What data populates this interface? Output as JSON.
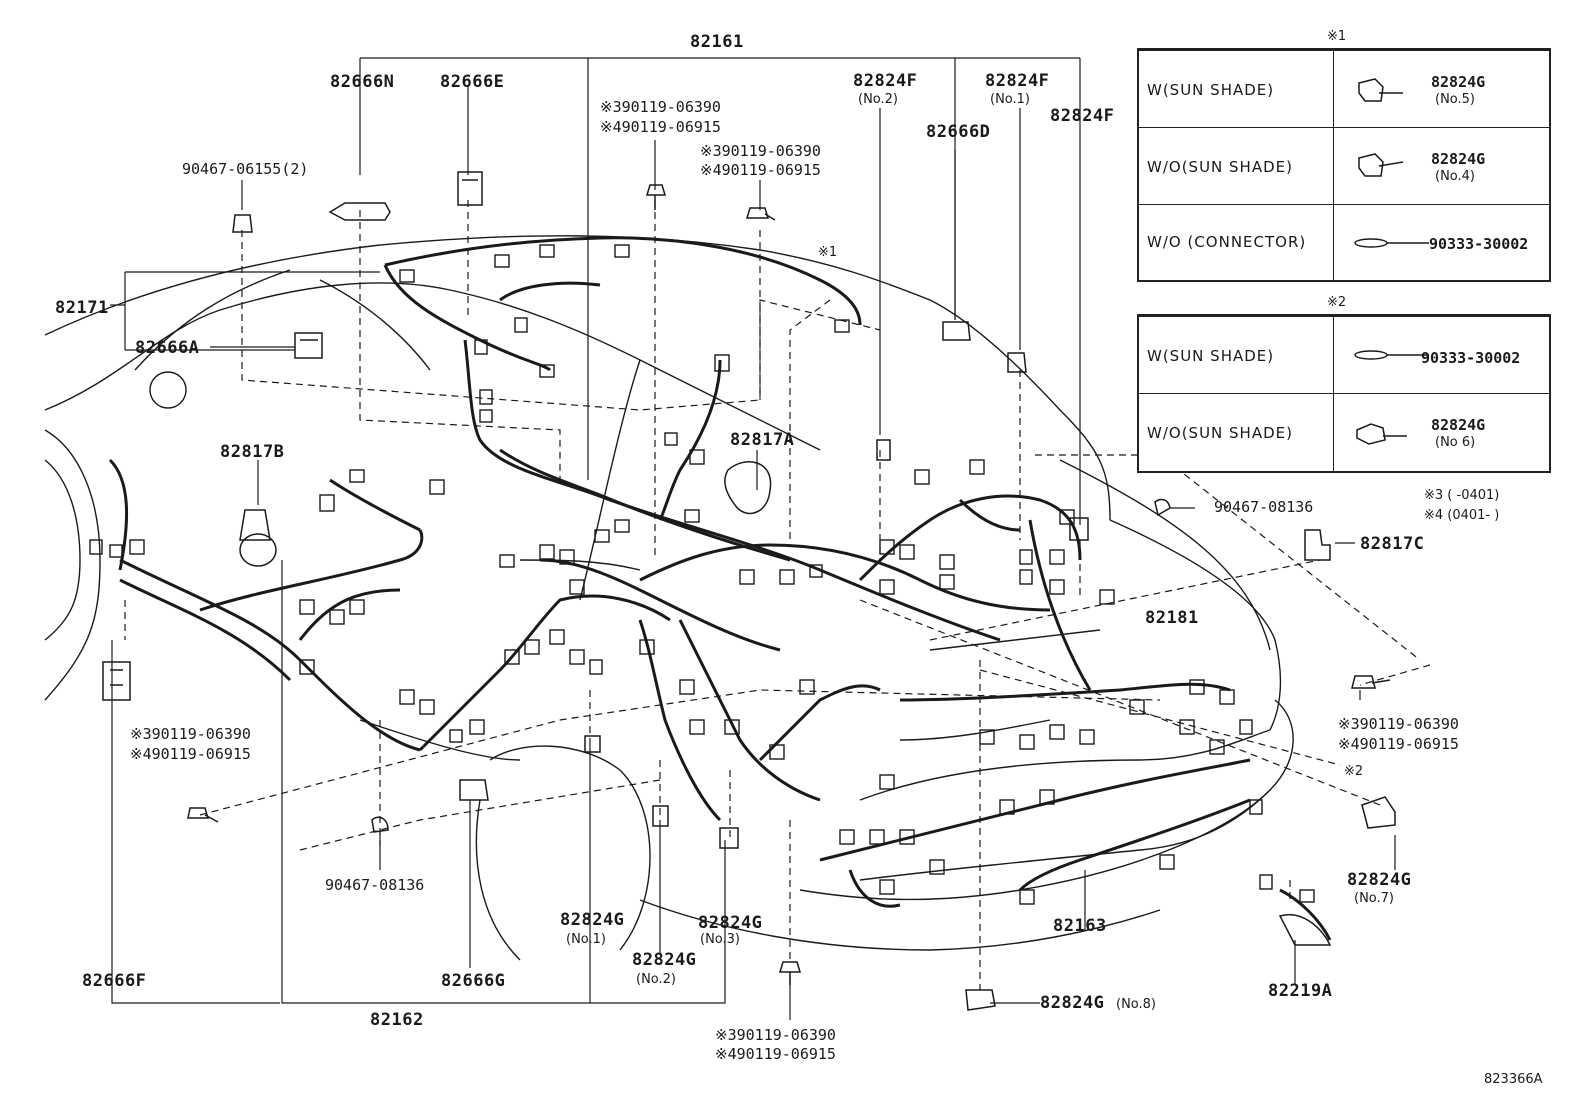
{
  "labels": {
    "p82161": "82161",
    "p82666N": "82666N",
    "p82666E": "82666E",
    "p90467_06155": "90467-06155(2)",
    "bolt_top_a1": "※390119-06390",
    "bolt_top_a2": "※490119-06915",
    "bolt_top_b1": "※390119-06390",
    "bolt_top_b2": "※490119-06915",
    "p82824F_no2": "82824F",
    "p82824F_no2_sub": "(No.2)",
    "p82824F_no1": "82824F",
    "p82824F_no1_sub": "(No.1)",
    "p82666D": "82666D",
    "p82824F": "82824F",
    "note1_marker": "※1",
    "p82171": "82171",
    "p82666A": "82666A",
    "p82817B": "82817B",
    "p82817A": "82817A",
    "p90467_08136_right": "90467-08136",
    "p82817C": "82817C",
    "p82181": "82181",
    "bolt_right_1": "※390119-06390",
    "bolt_right_2": "※490119-06915",
    "note2_marker": "※2",
    "p82824G_no7": "82824G",
    "p82824G_no7_sub": "(No.7)",
    "bolt_left_1": "※390119-06390",
    "bolt_left_2": "※490119-06915",
    "p90467_08136_left": "90467-08136",
    "p82824G_no1": "82824G",
    "p82824G_no1_sub": "(No.1)",
    "p82824G_no3": "82824G",
    "p82824G_no3_sub": "(No.3)",
    "p82824G_no2": "82824G",
    "p82824G_no2_sub": "(No.2)",
    "p82163": "82163",
    "p82219A": "82219A",
    "p82666F": "82666F",
    "p82666G": "82666G",
    "p82162": "82162",
    "p82824G_no8": "82824G",
    "p82824G_no8_sub": "(No.8)",
    "bolt_bottom_1": "※390119-06390",
    "bolt_bottom_2": "※490119-06915",
    "figure_id": "823366A"
  },
  "table1": {
    "marker": "※1",
    "rows": [
      {
        "condition": "W(SUN SHADE)",
        "part": "82824G",
        "sub": "(No.5)",
        "icon": "connector-icon"
      },
      {
        "condition": "W/O(SUN SHADE)",
        "part": "82824G",
        "sub": "(No.4)",
        "icon": "connector-icon"
      },
      {
        "condition": "W/O (CONNECTOR)",
        "part": "90333-30002",
        "sub": "",
        "icon": "grommet-icon"
      }
    ]
  },
  "table2": {
    "marker": "※2",
    "rows": [
      {
        "condition": "W(SUN SHADE)",
        "part": "90333-30002",
        "sub": "",
        "icon": "grommet-icon"
      },
      {
        "condition": "W/O(SUN SHADE)",
        "part": "82824G",
        "sub": "(No 6)",
        "icon": "connector-icon"
      }
    ]
  },
  "notes": {
    "n3": "※3 (      -0401)",
    "n4": "※4 (0401-       )"
  }
}
